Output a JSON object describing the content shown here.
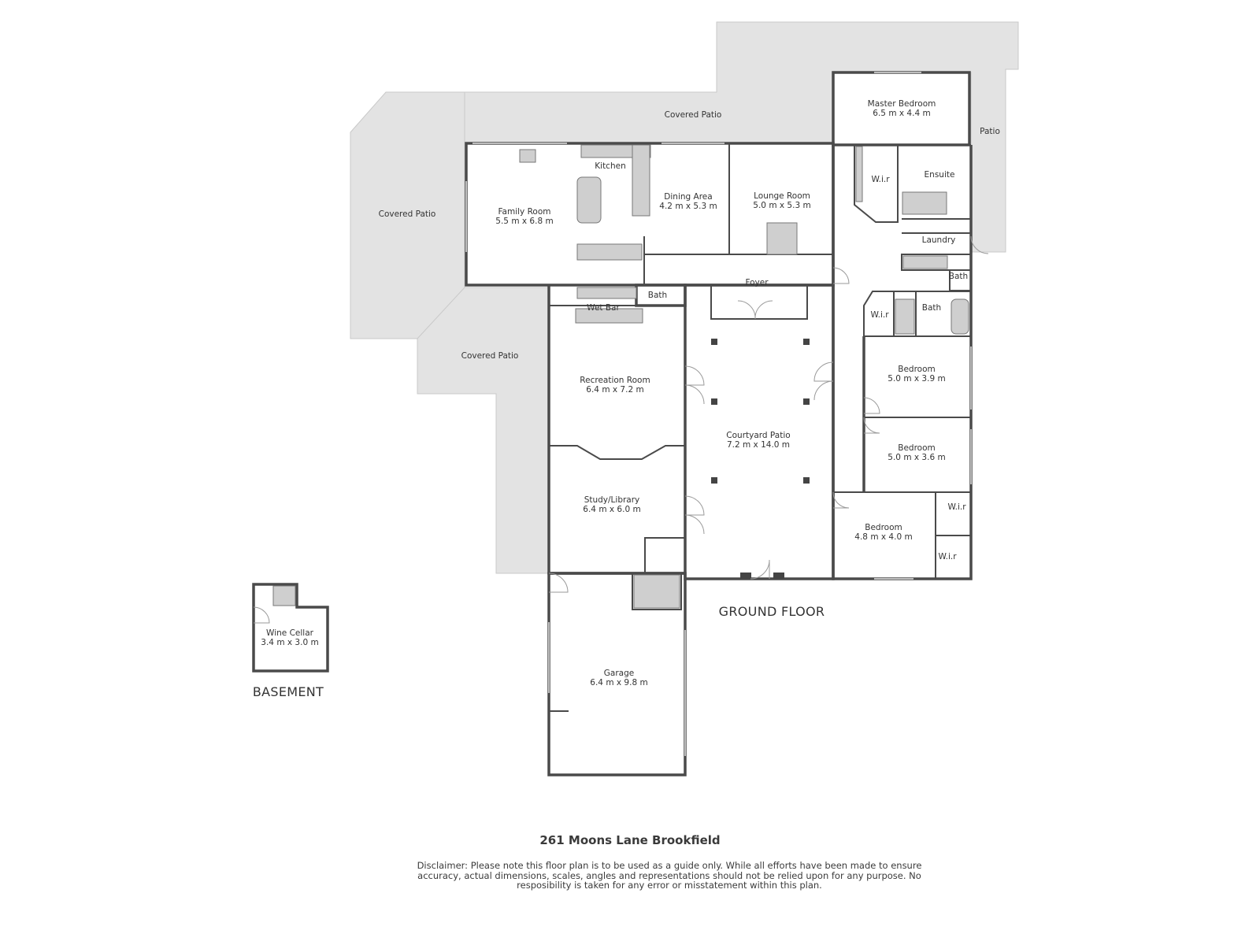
{
  "floors": {
    "ground": "GROUND FLOOR",
    "basement": "BASEMENT"
  },
  "rooms": {
    "covered_patio_top": {
      "name": "Covered Patio"
    },
    "covered_patio_left": {
      "name": "Covered Patio"
    },
    "covered_patio_lower": {
      "name": "Covered Patio"
    },
    "patio_right": {
      "name": "Patio"
    },
    "master_bedroom": {
      "name": "Master Bedroom",
      "dims": "6.5 m x 4.4 m"
    },
    "kitchen": {
      "name": "Kitchen"
    },
    "family_room": {
      "name": "Family Room",
      "dims": "5.5 m x 6.8 m"
    },
    "dining_area": {
      "name": "Dining Area",
      "dims": "4.2 m x 5.3 m"
    },
    "lounge_room": {
      "name": "Lounge Room",
      "dims": "5.0 m x 5.3 m"
    },
    "wir_master": {
      "name": "W.i.r"
    },
    "ensuite": {
      "name": "Ensuite"
    },
    "laundry": {
      "name": "Laundry"
    },
    "foyer": {
      "name": "Foyer"
    },
    "bath_small": {
      "name": "Bath"
    },
    "bath_right_top": {
      "name": "Bath"
    },
    "wet_bar": {
      "name": "Wet Bar"
    },
    "wir_2": {
      "name": "W.i.r"
    },
    "bath_2": {
      "name": "Bath"
    },
    "recreation_room": {
      "name": "Recreation Room",
      "dims": "6.4 m x 7.2 m"
    },
    "bedroom_1": {
      "name": "Bedroom",
      "dims": "5.0 m x 3.9 m"
    },
    "courtyard_patio": {
      "name": "Courtyard Patio",
      "dims": "7.2 m x 14.0 m"
    },
    "bedroom_2": {
      "name": "Bedroom",
      "dims": "5.0 m x 3.6 m"
    },
    "study_library": {
      "name": "Study/Library",
      "dims": "6.4 m x 6.0 m"
    },
    "wir_3": {
      "name": "W.i.r"
    },
    "bedroom_3": {
      "name": "Bedroom",
      "dims": "4.8 m x 4.0 m"
    },
    "wir_4": {
      "name": "W.i.r"
    },
    "wine_cellar": {
      "name": "Wine Cellar",
      "dims": "3.4 m x 3.0 m"
    },
    "garage": {
      "name": "Garage",
      "dims": "6.4 m x 9.8 m"
    }
  },
  "address": "261 Moons Lane Brookfield",
  "disclaimer": "Disclaimer: Please note this floor plan is to be used as a guide only. While all efforts have been made to ensure accuracy, actual dimensions, scales, angles and representations should not be relied upon for any purpose. No resposibility is taken for any error or misstatement within this plan."
}
